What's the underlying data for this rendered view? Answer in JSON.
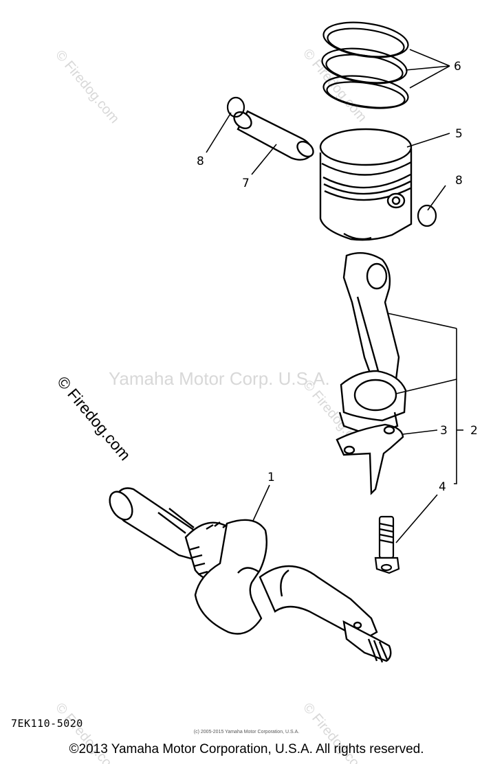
{
  "diagram": {
    "drawing_code": "7EK110-5020",
    "copyright_small": "(c) 2005-2015 Yamaha Motor Corporation, U.S.A.",
    "copyright_main": "©2013 Yamaha Motor Corporation, U.S.A. All rights reserved.",
    "watermarks": {
      "center": "Yamaha Motor Corp. U.S.A.",
      "firedog": "© Firedog.com"
    },
    "callouts": {
      "c1": "1",
      "c2": "2",
      "c3": "3",
      "c4": "4",
      "c5": "5",
      "c6": "6",
      "c7": "7",
      "c8a": "8",
      "c8b": "8"
    }
  }
}
